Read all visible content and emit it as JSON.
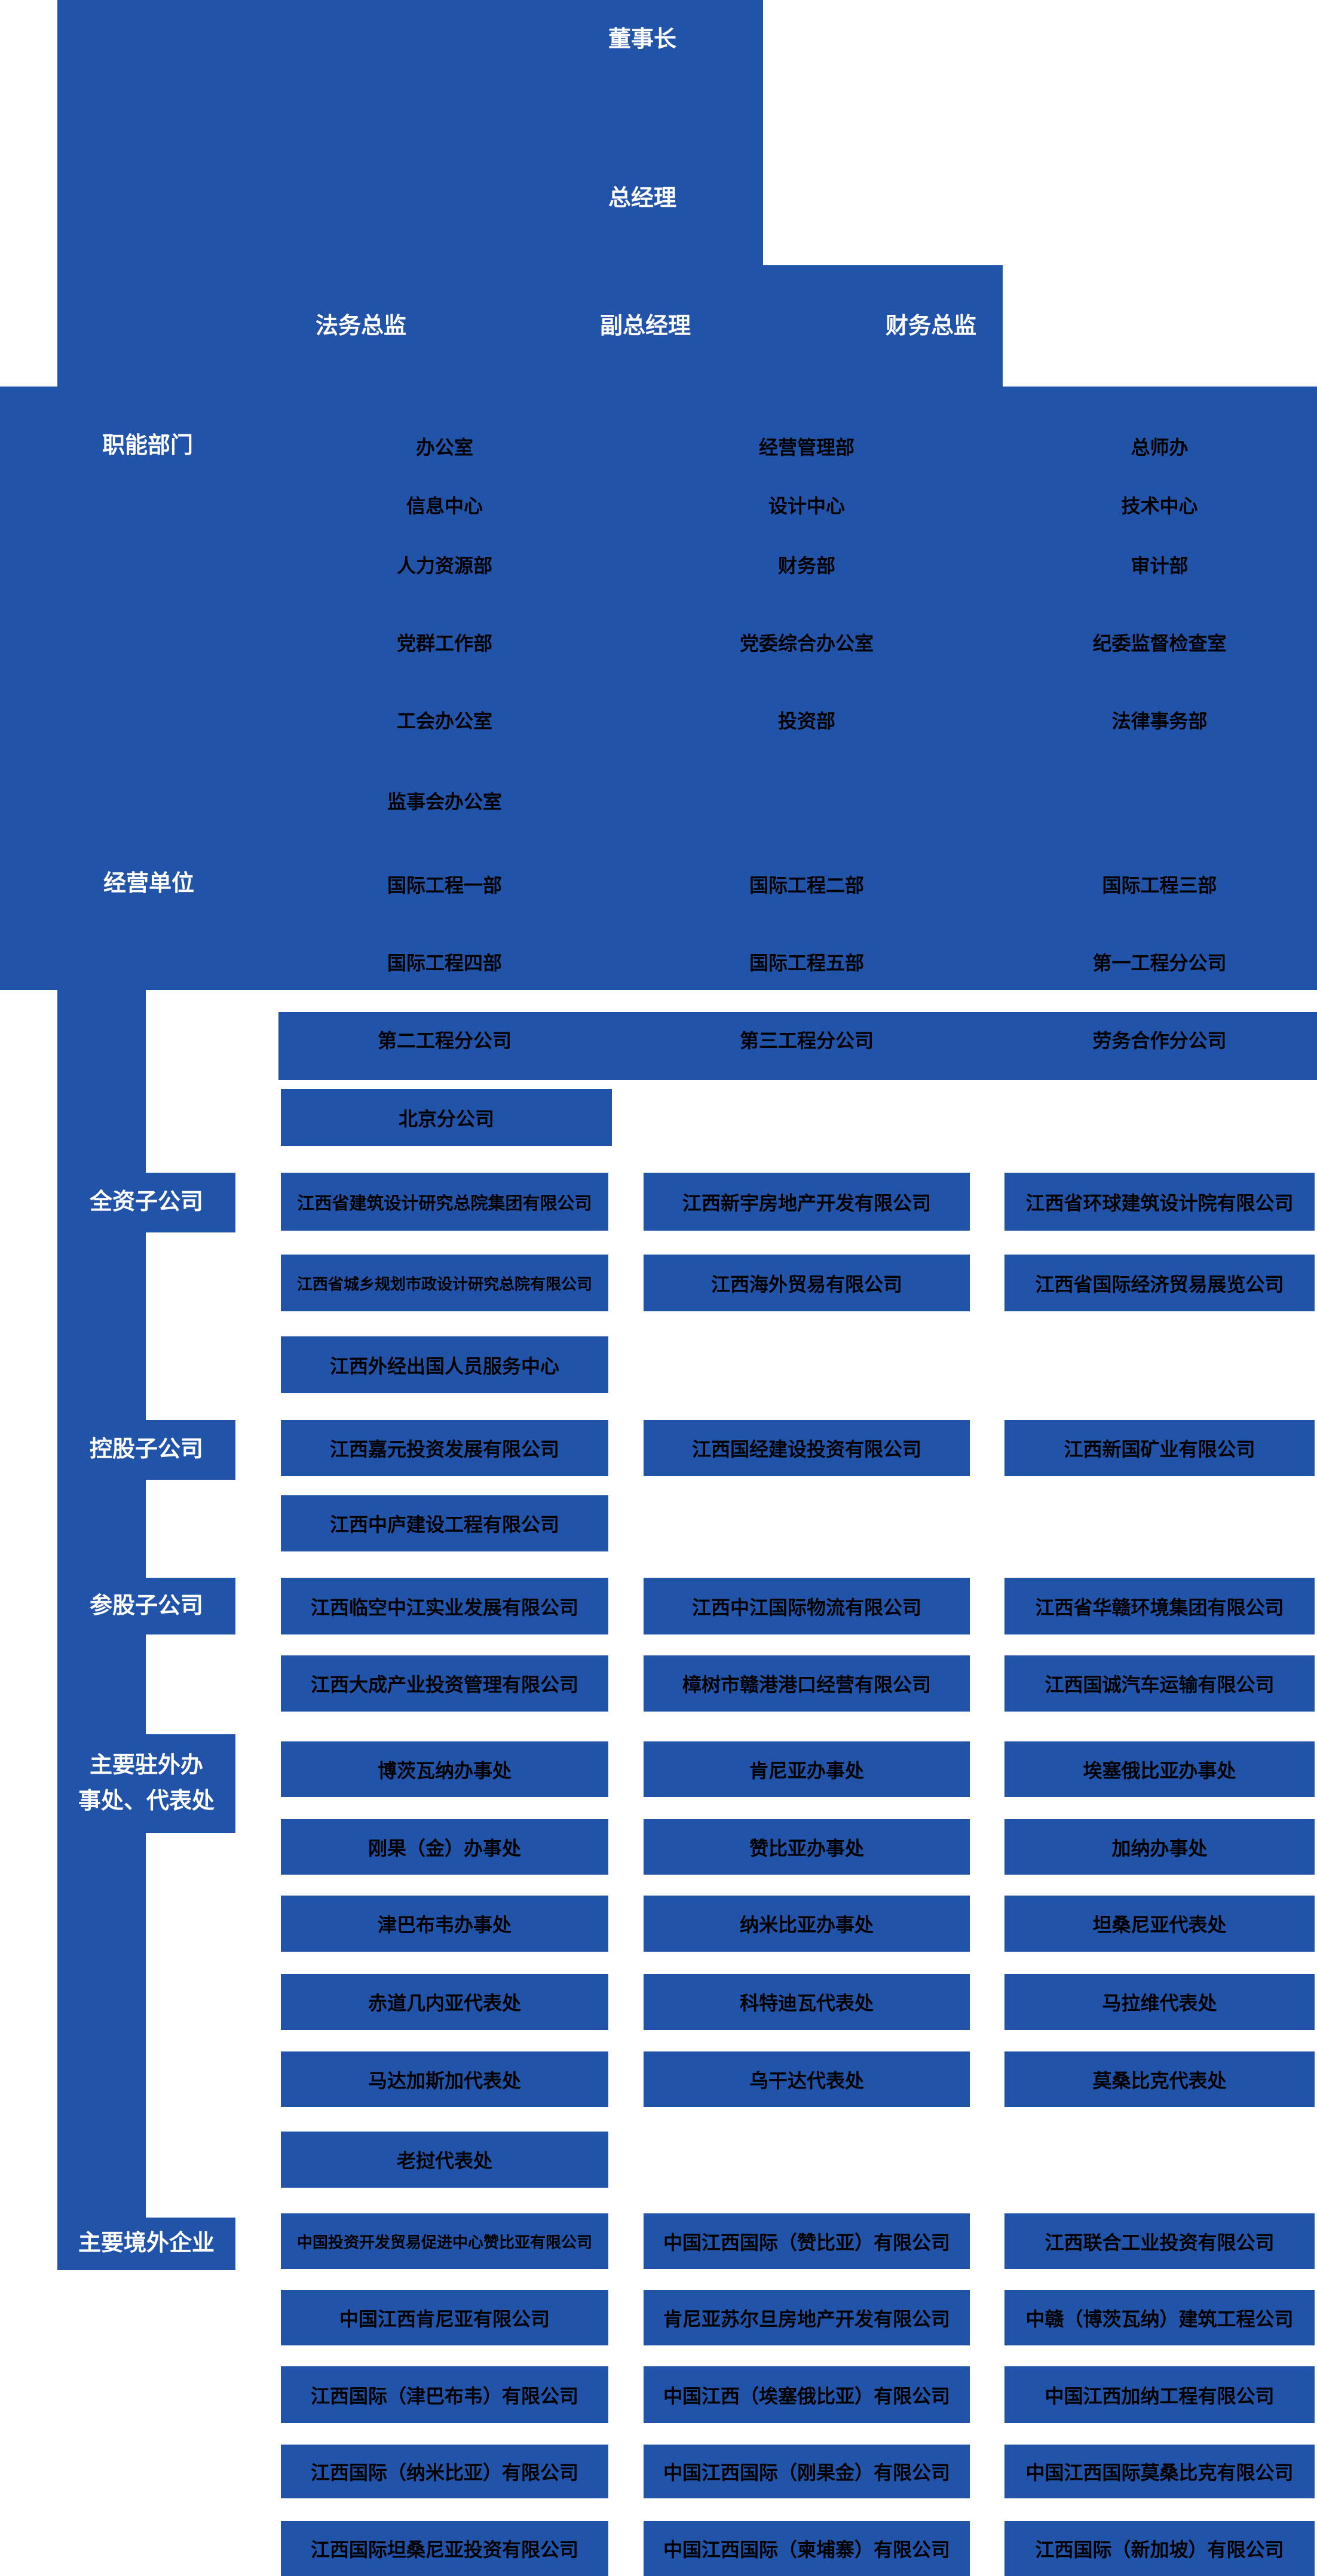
{
  "colors": {
    "panel_blue": "#2153A8",
    "item_text": "#000000",
    "label_text": "#FFFFFF",
    "background": "#FFFFFF"
  },
  "top_nodes": {
    "chairman": "董事长",
    "general_manager": "总经理",
    "legal_director": "法务总监",
    "deputy_general_manager": "副总经理",
    "finance_director": "财务总监"
  },
  "sections": [
    {
      "id": "functional",
      "label": "职能部门",
      "rows": [
        [
          "办公室",
          "经营管理部",
          "总师办"
        ],
        [
          "信息中心",
          "设计中心",
          "技术中心"
        ],
        [
          "人力资源部",
          "财务部",
          "审计部"
        ],
        [
          "党群工作部",
          "党委综合办公室",
          "纪委监督检查室"
        ],
        [
          "工会办公室",
          "投资部",
          "法律事务部"
        ],
        [
          "监事会办公室"
        ]
      ]
    },
    {
      "id": "business",
      "label": "经营单位",
      "rows": [
        [
          "国际工程一部",
          "国际工程二部",
          "国际工程三部"
        ],
        [
          "国际工程四部",
          "国际工程五部",
          "第一工程分公司"
        ],
        [
          "第二工程分公司",
          "第三工程分公司",
          "劳务合作分公司"
        ],
        [
          "北京分公司"
        ]
      ]
    },
    {
      "id": "wholly-owned",
      "label": "全资子公司",
      "rows": [
        [
          "江西省建筑设计研究总院集团有限公司",
          "江西新宇房地产开发有限公司",
          "江西省环球建筑设计院有限公司"
        ],
        [
          "江西省城乡规划市政设计研究总院有限公司",
          "江西海外贸易有限公司",
          "江西省国际经济贸易展览公司"
        ],
        [
          "江西外经出国人员服务中心"
        ]
      ]
    },
    {
      "id": "holding",
      "label": "控股子公司",
      "rows": [
        [
          "江西嘉元投资发展有限公司",
          "江西国经建设投资有限公司",
          "江西新国矿业有限公司"
        ],
        [
          "江西中庐建设工程有限公司"
        ]
      ]
    },
    {
      "id": "minority",
      "label": "参股子公司",
      "rows": [
        [
          "江西临空中江实业发展有限公司",
          "江西中江国际物流有限公司",
          "江西省华赣环境集团有限公司"
        ],
        [
          "江西大成产业投资管理有限公司",
          "樟树市赣港港口经营有限公司",
          "江西国诚汽车运输有限公司"
        ]
      ]
    },
    {
      "id": "overseas-offices",
      "label": "主要驻外办事处、代表处",
      "label_lines": "主要驻外办\n事处、代表处",
      "rows": [
        [
          "博茨瓦纳办事处",
          "肯尼亚办事处",
          "埃塞俄比亚办事处"
        ],
        [
          "刚果（金）办事处",
          "赞比亚办事处",
          "加纳办事处"
        ],
        [
          "津巴布韦办事处",
          "纳米比亚办事处",
          "坦桑尼亚代表处"
        ],
        [
          "赤道几内亚代表处",
          "科特迪瓦代表处",
          "马拉维代表处"
        ],
        [
          "马达加斯加代表处",
          "乌干达代表处",
          "莫桑比克代表处"
        ],
        [
          "老挝代表处"
        ]
      ]
    },
    {
      "id": "overseas-enterprises",
      "label": "主要境外企业",
      "rows": [
        [
          "中国投资开发贸易促进中心赞比亚有限公司",
          "中国江西国际（赞比亚）有限公司",
          "江西联合工业投资有限公司"
        ],
        [
          "中国江西肯尼亚有限公司",
          "肯尼亚苏尔旦房地产开发有限公司",
          "中赣（博茨瓦纳）建筑工程公司"
        ],
        [
          "江西国际（津巴布韦）有限公司",
          "中国江西（埃塞俄比亚）有限公司",
          "中国江西加纳工程有限公司"
        ],
        [
          "江西国际（纳米比亚）有限公司",
          "中国江西国际（刚果金）有限公司",
          "中国江西国际莫桑比克有限公司"
        ],
        [
          "江西国际坦桑尼亚投资有限公司",
          "中国江西国际（柬埔寨）有限公司",
          "江西国际（新加坡）有限公司"
        ]
      ]
    }
  ]
}
